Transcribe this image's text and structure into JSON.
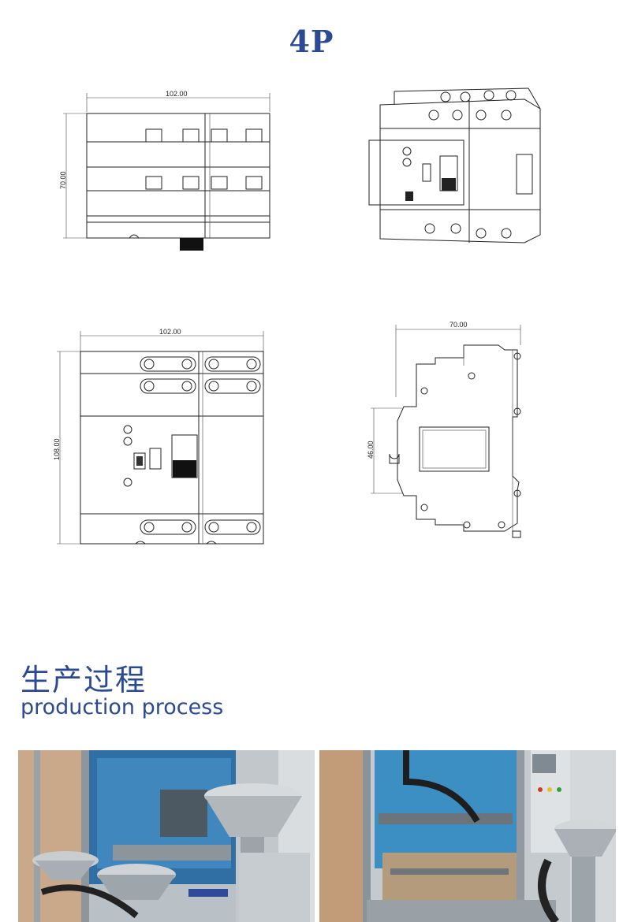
{
  "heading": "4P",
  "drawings": {
    "top_view": {
      "width_label": "102.00",
      "height_label": "70.00"
    },
    "iso_view": {},
    "front_view": {
      "width_label": "102.00",
      "height_label": "108.00"
    },
    "side_view": {
      "width_label": "70.00",
      "height_label": "46.00"
    }
  },
  "section": {
    "title_cn": "生产过程",
    "title_en": "production process"
  },
  "photos": [
    {
      "name": "production-photo-left"
    },
    {
      "name": "production-photo-right"
    }
  ]
}
